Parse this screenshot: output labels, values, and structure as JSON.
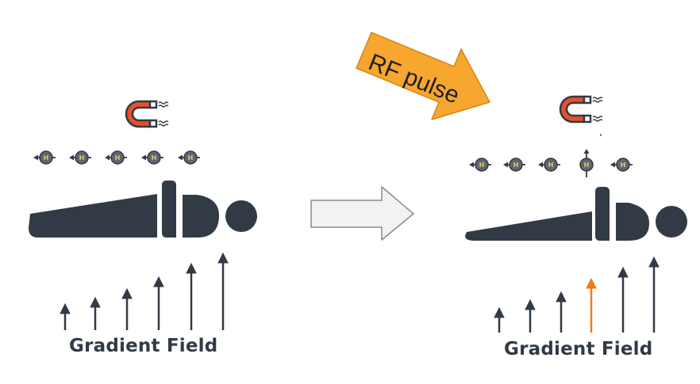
{
  "labels": {
    "rf_pulse": "RF pulse",
    "gradient_field_left": "Gradient Field",
    "gradient_field_right": "Gradient Field",
    "proton_symbol": "H"
  },
  "colors": {
    "dark": "#323a45",
    "magnet_red": "#e8502a",
    "rf_arrow_fill": "#f7a62f",
    "highlight_arrow": "#f07a1a",
    "proton_fill": "#5f6670",
    "proton_text": "#e7c76a",
    "transition_arrow_fill": "#f2f2f2"
  },
  "icons": {
    "magnet": "horseshoe-magnet-icon",
    "proton": "spinning-proton-icon",
    "patient": "lying-person-icon",
    "transition": "right-arrow-icon",
    "rf": "rf-pulse-arrow-icon"
  },
  "gradient_field": {
    "left_arrow_strengths": [
      1,
      2,
      3,
      4,
      5,
      6
    ],
    "right_arrow_strengths": [
      1,
      2,
      3,
      4,
      5,
      6
    ],
    "right_highlighted_index": 3
  },
  "protons": {
    "left_count": 5,
    "right_count": 5,
    "right_flipped_index": 3
  }
}
